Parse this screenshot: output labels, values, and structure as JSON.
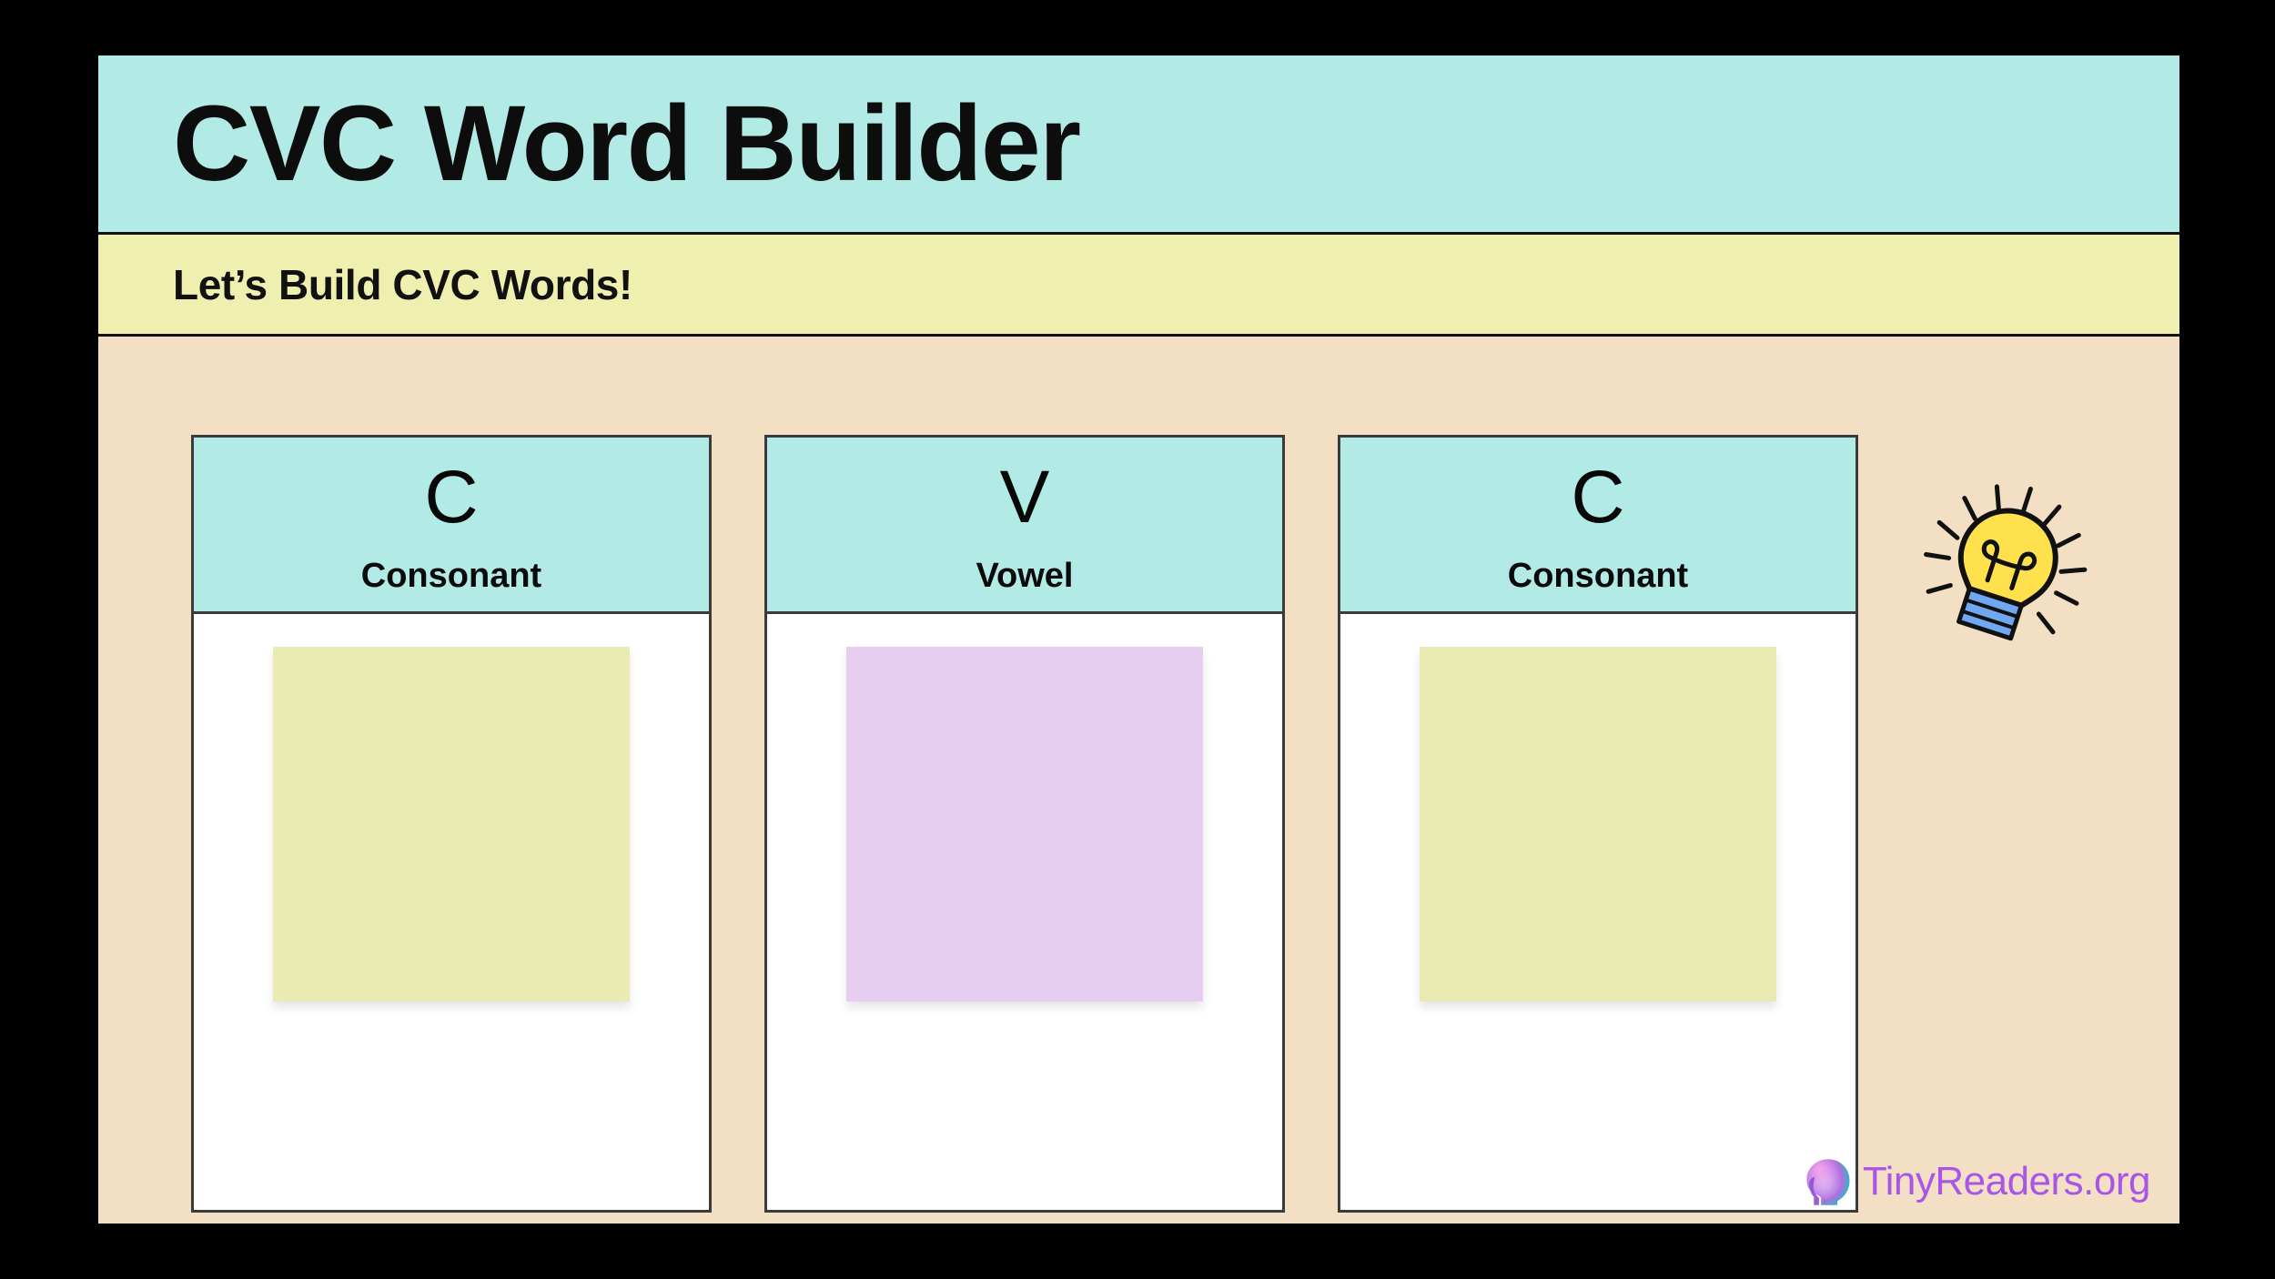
{
  "header": {
    "title": "CVC Word Builder",
    "band_color": "#B2EBE6"
  },
  "subtitle": {
    "text": "Let’s Build CVC Words!",
    "band_color": "#EFEFB0"
  },
  "stage": {
    "background_color": "#F2DFC4"
  },
  "cards": [
    {
      "letter": "C",
      "label": "Consonant",
      "header_color": "#B2EBE6",
      "note_color": "#EAEBB2",
      "note_value": ""
    },
    {
      "letter": "V",
      "label": "Vowel",
      "header_color": "#B2EBE6",
      "note_color": "#E7CDF0",
      "note_value": ""
    },
    {
      "letter": "C",
      "label": "Consonant",
      "header_color": "#B2EBE6",
      "note_color": "#EAEBB2",
      "note_value": ""
    }
  ],
  "decorations": {
    "lightbulb_icon": "lightbulb-icon",
    "lightbulb_bulb_color": "#FFE14D",
    "lightbulb_base_color": "#6FA8F0"
  },
  "footer": {
    "logo_text": "TinyReaders.org",
    "logo_color": "#A855E8",
    "logo_mark": "reader-head-icon"
  }
}
